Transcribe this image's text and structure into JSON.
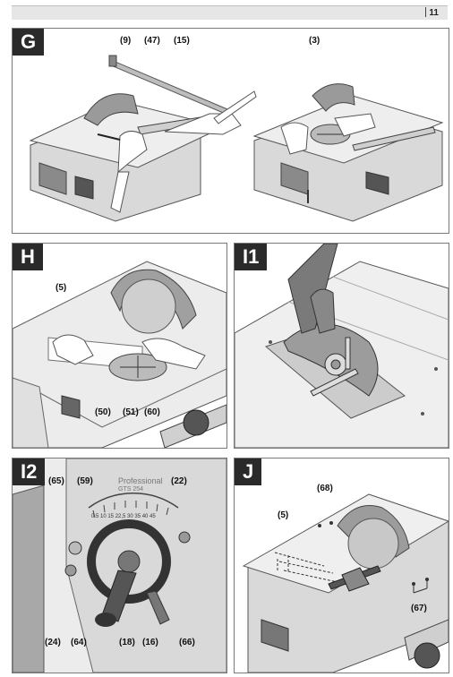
{
  "page": {
    "number": "11"
  },
  "panels": {
    "g": {
      "tag": "G",
      "labels": [
        "(9)",
        "(47)",
        "(15)",
        "(3)"
      ]
    },
    "h": {
      "tag": "H",
      "labels": [
        "(5)",
        "(50)",
        "(51)",
        "(60)"
      ]
    },
    "i1": {
      "tag": "I1"
    },
    "i2": {
      "tag": "I2",
      "labels": [
        "(65)",
        "(59)",
        "(22)",
        "(24)",
        "(64)",
        "(18)",
        "(16)",
        "(66)"
      ],
      "brand_line1": "Professional",
      "brand_line2": "GTS 254",
      "scale_text": "0  5  10 15  22,5  30  35  40 45"
    },
    "j": {
      "tag": "J",
      "labels": [
        "(68)",
        "(5)",
        "(67)"
      ]
    }
  }
}
